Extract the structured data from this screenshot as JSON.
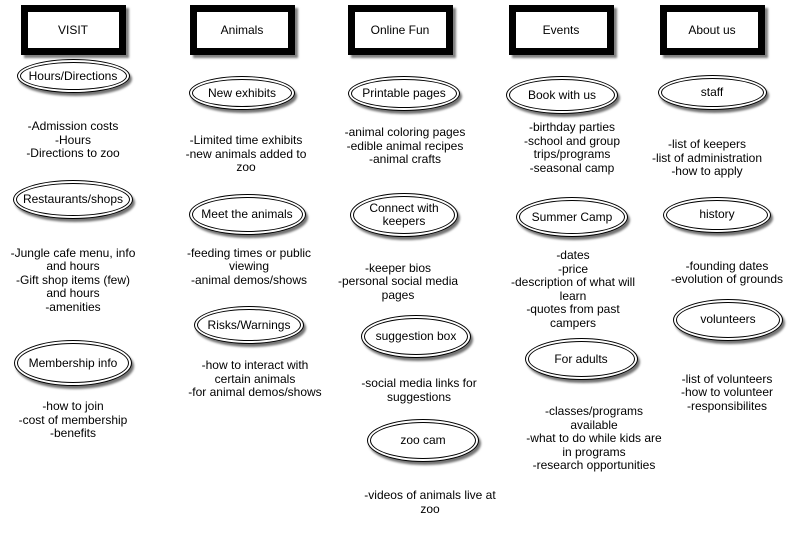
{
  "diagram": {
    "colors": {
      "ink": "#000000",
      "background": "#ffffff",
      "shadow": "#8c8c8c"
    },
    "columns": [
      {
        "title": "VISIT",
        "sections": [
          {
            "node": "Hours/Directions",
            "bullets": "-Admission costs\n-Hours\n-Directions to zoo"
          },
          {
            "node": "Restaurants/shops",
            "bullets": "-Jungle cafe menu, info\nand hours\n-Gift shop items (few)\nand hours\n-amenities"
          },
          {
            "node": "Membership info",
            "bullets": "-how to join\n-cost of membership\n-benefits"
          }
        ]
      },
      {
        "title": "Animals",
        "sections": [
          {
            "node": "New exhibits",
            "bullets": "-Limited time exhibits\n-new animals added to\nzoo"
          },
          {
            "node": "Meet the animals",
            "bullets": "-feeding times or public\nviewing\n-animal demos/shows"
          },
          {
            "node": "Risks/Warnings",
            "bullets": "-how to interact with\ncertain animals\n-for animal demos/shows"
          }
        ]
      },
      {
        "title": "Online Fun",
        "sections": [
          {
            "node": "Printable pages",
            "bullets": "-animal coloring pages\n-edible animal recipes\n-animal crafts"
          },
          {
            "node": "Connect with\nkeepers",
            "bullets": "-keeper bios\n-personal social media\npages"
          },
          {
            "node": "suggestion box",
            "bullets": "-social media links for\nsuggestions"
          },
          {
            "node": "zoo cam",
            "bullets": "-videos of animals live at\nzoo"
          }
        ]
      },
      {
        "title": "Events",
        "sections": [
          {
            "node": "Book with us",
            "bullets": "-birthday parties\n-school and group\ntrips/programs\n-seasonal camp"
          },
          {
            "node": "Summer Camp",
            "bullets": "-dates\n-price\n-description of what will\nlearn\n-quotes from past\ncampers"
          },
          {
            "node": "For adults",
            "bullets": "-classes/programs\navailable\n-what to do while kids are\nin programs\n-research opportunities"
          }
        ]
      },
      {
        "title": "About us",
        "sections": [
          {
            "node": "staff",
            "bullets": "-list of keepers\n-list of administration\n-how to apply"
          },
          {
            "node": "history",
            "bullets": "-founding dates\n-evolution of grounds"
          },
          {
            "node": "volunteers",
            "bullets": "-list of volunteers\n-how to volunteer\n-responsibilites"
          }
        ]
      }
    ]
  }
}
